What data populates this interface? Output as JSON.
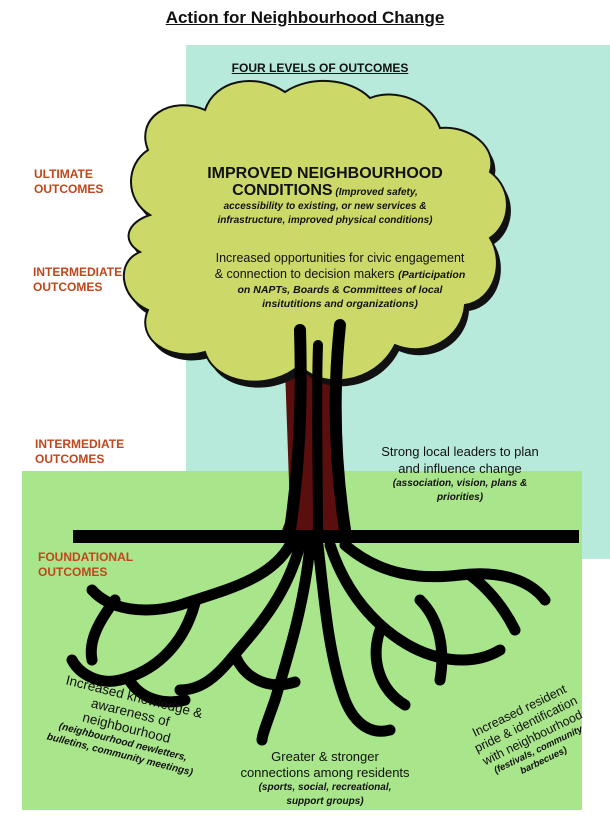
{
  "title": "Action for Neighbourhood Change",
  "subtitle": "FOUR LEVELS OF OUTCOMES",
  "levels": {
    "ultimate": [
      "ULTIMATE",
      "OUTCOMES"
    ],
    "intermediate_1": [
      "INTERMEDIATE",
      "OUTCOMES"
    ],
    "intermediate_2": [
      "INTERMEDIATE",
      "OUTCOMES"
    ],
    "foundational": [
      "FOUNDATIONAL",
      "OUTCOMES"
    ]
  },
  "ultimate_outcome": {
    "heading_1": "IMPROVED NEIGHBOURHOOD",
    "heading_2": "CONDITIONS",
    "detail_1": "(Improved safety,",
    "detail_2": "accessibility to existing, or new services &",
    "detail_3": "infrastructure,  improved physical conditions)"
  },
  "civic_outcome": {
    "line_1": "Increased opportunities for civic engagement",
    "line_2": "& connection to decision makers",
    "detail_1": "(Participation",
    "detail_2": "on NAPTs, Boards & Committees of local",
    "detail_3": "insitutitions and organizations)"
  },
  "leaders_outcome": {
    "line_1": "Strong local leaders to plan",
    "line_2": "and influence change",
    "detail_1": "(association, vision, plans &",
    "detail_2": "priorities)"
  },
  "knowledge_outcome": {
    "line_1": "Increased knowledge &",
    "line_2": "awareness of",
    "line_3": "neighbourhood",
    "detail_1": "(neighbourhood newletters,",
    "detail_2": "bulletins, community meetings)"
  },
  "connections_outcome": {
    "line_1": "Greater & stronger",
    "line_2": "connections among residents",
    "detail_1": "(sports, social, recreational,",
    "detail_2": "support groups)"
  },
  "pride_outcome": {
    "line_1": "Increased resident",
    "line_2": "pride & identification",
    "line_3": "with neighbourhood",
    "detail_1": "(festivals, community",
    "detail_2": "barbecues)"
  },
  "colors": {
    "teal_panel": "#b8eadc",
    "green_panel": "#a9e58a",
    "canopy": "#ccd969",
    "trunk": "#5a0e0e",
    "level_label": "#c0461b",
    "ground_bar": "#000000"
  }
}
